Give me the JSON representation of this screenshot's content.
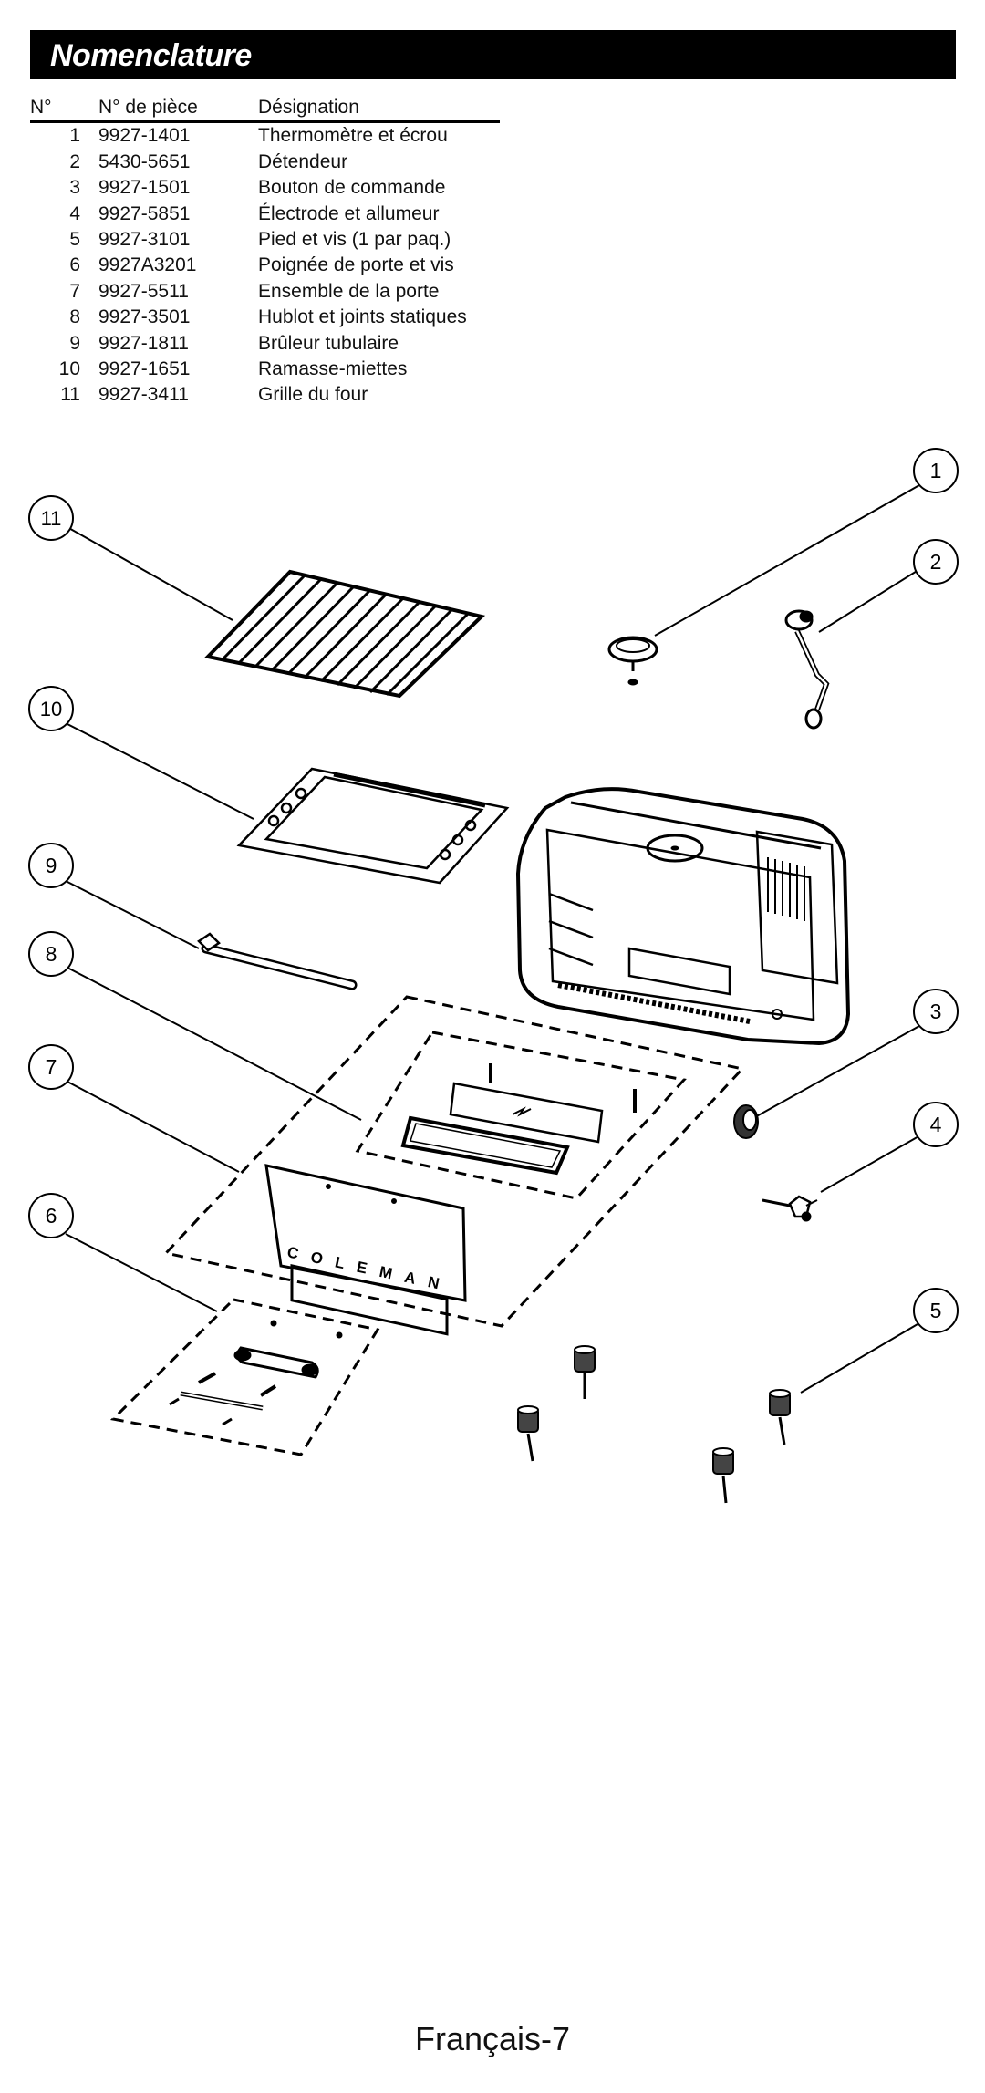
{
  "header": {
    "title": "Nomenclature"
  },
  "table": {
    "columns": [
      "N°",
      "N° de pièce",
      "Désignation"
    ],
    "rows": [
      {
        "num": "1",
        "part": "9927-1401",
        "desc": "Thermomètre et écrou"
      },
      {
        "num": "2",
        "part": "5430-5651",
        "desc": "Détendeur"
      },
      {
        "num": "3",
        "part": "9927-1501",
        "desc": "Bouton de commande"
      },
      {
        "num": "4",
        "part": "9927-5851",
        "desc": "Électrode et allumeur"
      },
      {
        "num": "5",
        "part": "9927-3101",
        "desc": "Pied et vis (1 par paq.)"
      },
      {
        "num": "6",
        "part": "9927A3201",
        "desc": "Poignée de porte et vis"
      },
      {
        "num": "7",
        "part": "9927-5511",
        "desc": "Ensemble de la porte"
      },
      {
        "num": "8",
        "part": "9927-3501",
        "desc": "Hublot et joints statiques"
      },
      {
        "num": "9",
        "part": "9927-1811",
        "desc": "Brûleur tubulaire"
      },
      {
        "num": "10",
        "part": "9927-1651",
        "desc": "Ramasse-miettes"
      },
      {
        "num": "11",
        "part": "9927-3411",
        "desc": "Grille du four"
      }
    ]
  },
  "diagram": {
    "callouts": [
      "1",
      "2",
      "3",
      "4",
      "5",
      "6",
      "7",
      "8",
      "9",
      "10",
      "11"
    ],
    "brand_text": "COLEMAN"
  },
  "footer": {
    "page_label": "Français-7"
  }
}
